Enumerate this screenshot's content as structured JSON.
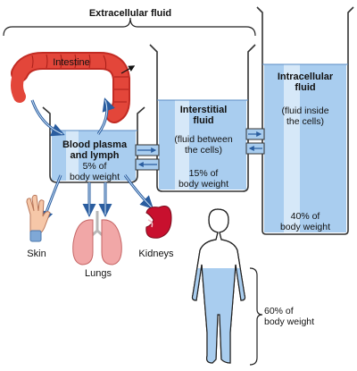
{
  "title": "Extracellular fluid",
  "colors": {
    "fluid": "#a9cdef",
    "fluid_light": "#dceaf8",
    "beaker_stroke": "#333333",
    "intestine": "#e3463a",
    "kidney": "#c8102e",
    "lungs": "#f1a7a7",
    "body": "#a9cdef"
  },
  "compartments": {
    "plasma": {
      "name": "Blood plasma and lymph",
      "line1": "Blood plasma",
      "line2": "and lymph",
      "percent_line1": "5% of",
      "percent_line2": "body weight"
    },
    "interstitial": {
      "line1": "Interstitial",
      "line2": "fluid",
      "desc_line1": "(fluid between",
      "desc_line2": "the cells)",
      "percent_line1": "15% of",
      "percent_line2": "body weight"
    },
    "intracellular": {
      "line1": "Intracellular",
      "line2": "fluid",
      "desc_line1": "(fluid inside",
      "desc_line2": "the cells)",
      "percent_line1": "40% of",
      "percent_line2": "body weight"
    }
  },
  "organs": {
    "intestine": "Intestine",
    "skin": "Skin",
    "lungs": "Lungs",
    "kidneys": "Kidneys"
  },
  "body_total": {
    "line1": "60% of",
    "line2": "body weight"
  }
}
